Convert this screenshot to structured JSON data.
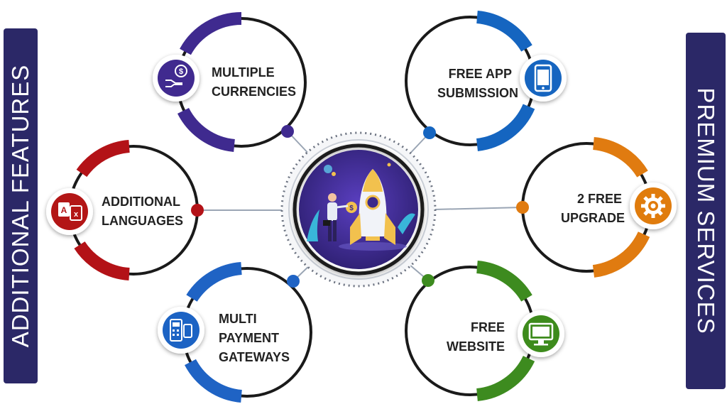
{
  "left_banner": {
    "text": "ADDITIONAL FEATURES"
  },
  "right_banner": {
    "text": "PREMIUM SERVICES"
  },
  "features": [
    {
      "id": "multiple-currencies",
      "label": "MULTIPLE\nCURRENCIES",
      "color": "#3f2a8f",
      "icon": "currency-exchange-icon"
    },
    {
      "id": "additional-languages",
      "label": "ADDITIONAL\nLANGUAGES",
      "color": "#b31217",
      "icon": "language-translate-icon"
    },
    {
      "id": "multi-payment-gateways",
      "label": "MULTI\nPAYMENT\nGATEWAYS",
      "color": "#1f63c4",
      "icon": "pos-terminal-icon"
    },
    {
      "id": "free-app-submission",
      "label": "FREE APP\nSUBMISSION",
      "color": "#1565c0",
      "icon": "mobile-phone-icon"
    },
    {
      "id": "free-upgrade",
      "label": "2 FREE\nUPGRADE",
      "color": "#e07b10",
      "icon": "gear-icon"
    },
    {
      "id": "free-website",
      "label": "FREE\nWEBSITE",
      "color": "#3d8b1f",
      "icon": "monitor-icon"
    }
  ],
  "center": {
    "icon": "rocket-launch-illustration",
    "bg_color": "#3b2a8a"
  },
  "colors": {
    "banner": "#2b2867",
    "connector": "#9aa5b4",
    "ring": "#1a1a1a"
  }
}
